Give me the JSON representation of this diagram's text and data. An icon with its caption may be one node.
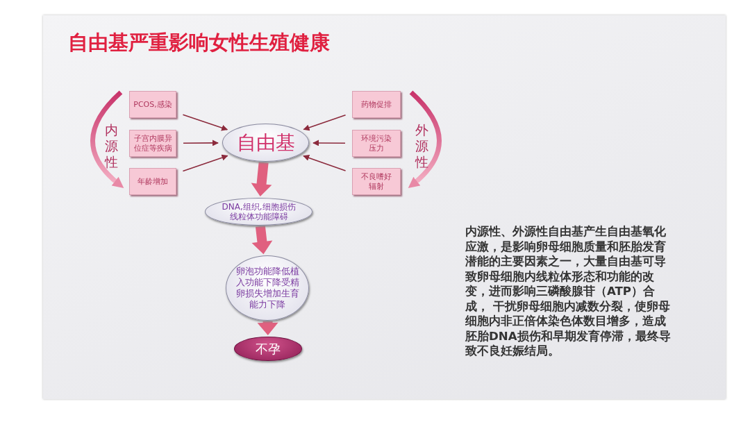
{
  "diagram": {
    "title": "自由基严重影响女性生殖健康",
    "nodes": [
      {
        "text": [
          "PCOS,感染"
        ]
      },
      {
        "text": [
          "子宫内膜异位症等疾病"
        ]
      },
      {
        "text": [
          "年龄增加"
        ]
      },
      {
        "text": [
          "自由基"
        ]
      },
      {
        "text": [
          "药物促排"
        ]
      },
      {
        "text": [
          "环境污染压力"
        ]
      },
      {
        "text": [
          "不良嗜好辐射"
        ]
      },
      {
        "text": [
          "DNA,组织,细胞损伤线粒体功能障碍"
        ]
      },
      {
        "text": [
          "卵泡功能降低植入功能下降受精卵损失增加生育能力下降"
        ]
      },
      {
        "text": [
          "不孕"
        ]
      }
    ],
    "edges": [
      {
        "from": 0,
        "to": 3,
        "arrow": "to"
      },
      {
        "from": 1,
        "to": 3,
        "arrow": "to"
      },
      {
        "from": 2,
        "to": 3,
        "arrow": "to"
      },
      {
        "from": 4,
        "to": 3,
        "arrow": "to"
      },
      {
        "from": 5,
        "to": 3,
        "arrow": "to"
      },
      {
        "from": 6,
        "to": 3,
        "arrow": "to"
      },
      {
        "from": 3,
        "to": 7,
        "arrow": "to",
        "style": "thick",
        "color": "#e0607f"
      },
      {
        "from": 7,
        "to": 8,
        "arrow": "to",
        "style": "thick",
        "color": "#e0607f"
      },
      {
        "from": 8,
        "to": 9,
        "arrow": "to",
        "style": "thick",
        "color": "#e0607f"
      }
    ],
    "labels": [
      "内源性",
      "外源性",
      "内源性、外源性自由基产生自由基氧化应激，是影响卵母细胞质量和胚胎发育潜能的主要因素之一，大量自由基可导致卵母细胞内线粒体形态和功能的改变，进而影响三磷酸腺苷（ATP）合成， 干扰卵母细胞内减数分裂，使卵母细胞内非正倍体染色体数目增多，造成胚胎DNA损伤和早期发育停滞，最终导致不良妊娠结局。"
    ]
  }
}
